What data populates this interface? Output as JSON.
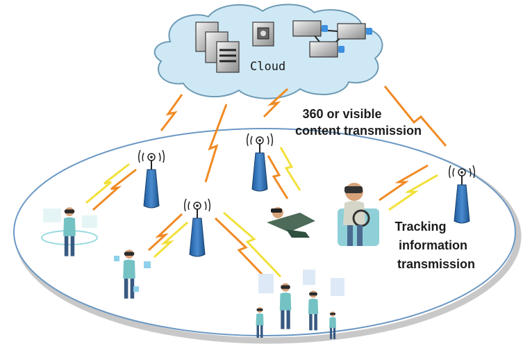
{
  "cloud": {
    "label": "Cloud"
  },
  "annotations": {
    "content_transmission": [
      "360 or visible",
      "content transmission"
    ],
    "tracking_transmission": [
      "Tracking",
      "information",
      "transmission"
    ]
  },
  "colors": {
    "cloud_fill": "#cfe8f5",
    "cloud_stroke": "#6c9ab4",
    "ground_stroke": "#6b98c4",
    "tower_fill": "#2e6fb5",
    "link_orange": "#f08a24",
    "link_yellow": "#f2e03a",
    "shadow": "#bdbdbd"
  }
}
